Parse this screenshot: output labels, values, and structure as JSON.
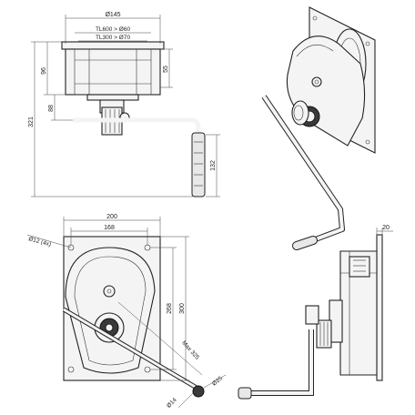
{
  "top_view": {
    "dim_diameter": "Ø145",
    "dim_tl600": "TL600 > Ø60",
    "dim_tl300": "TL300 > Ø70",
    "dim_overall_height": "321",
    "dim_body_height": "96",
    "dim_drum_height": "55",
    "dim_offset": "88",
    "dim_handle": "132"
  },
  "front_view": {
    "dim_width_outer": "200",
    "dim_width_inner": "168",
    "dim_holes": "Ø12 (4x)",
    "dim_height_outer": "300",
    "dim_height_inner": "268",
    "dim_max": "Max 325",
    "dim_grip": "Ø25",
    "dim_shaft": "Ø14"
  },
  "side_view": {
    "dim_plate": "20"
  }
}
